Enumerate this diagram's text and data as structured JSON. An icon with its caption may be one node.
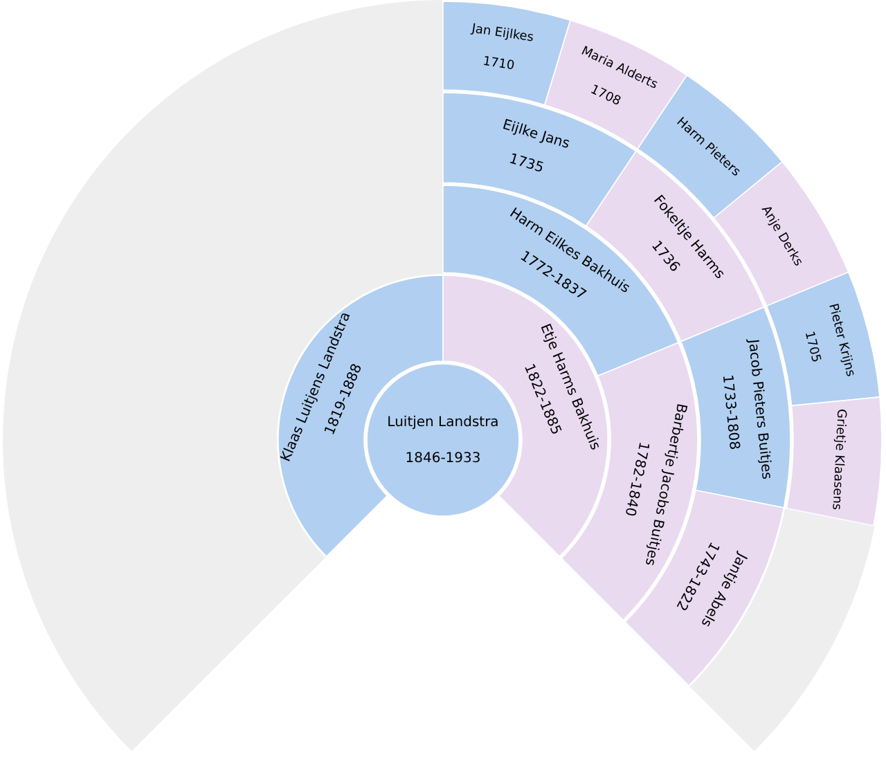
{
  "diagram": {
    "nodes": [
      {
        "text": [
          "Luitjen Landstra",
          "1846-1933"
        ]
      },
      {
        "text": [
          "Klaas Luitjens Landstra",
          "1819-1888"
        ]
      },
      {
        "text": [
          "Etje Harms Bakhuis",
          "1822-1885"
        ]
      },
      {
        "text": [
          "Harm Eilkes Bakhuis",
          "1772-1837"
        ]
      },
      {
        "text": [
          "Barbertje Jacobs Buitjes",
          "1782-1840"
        ]
      },
      {
        "text": [
          "Eijlke Jans",
          "1735"
        ]
      },
      {
        "text": [
          "Fokeltje Harms",
          "1736"
        ]
      },
      {
        "text": [
          "Jacob Pieters Buitjes",
          "1733-1808"
        ]
      },
      {
        "text": [
          "Jantje Abels",
          "1743-1822"
        ]
      },
      {
        "text": [
          "Jan Eijlkes",
          "1710"
        ]
      },
      {
        "text": [
          "Maria Alderts",
          "1708"
        ]
      },
      {
        "text": [
          "Harm Pieters"
        ]
      },
      {
        "text": [
          "Anje Derks"
        ]
      },
      {
        "text": [
          "Pieter Krijns",
          "1705"
        ]
      },
      {
        "text": [
          "Grietje Klaasens"
        ]
      }
    ]
  }
}
